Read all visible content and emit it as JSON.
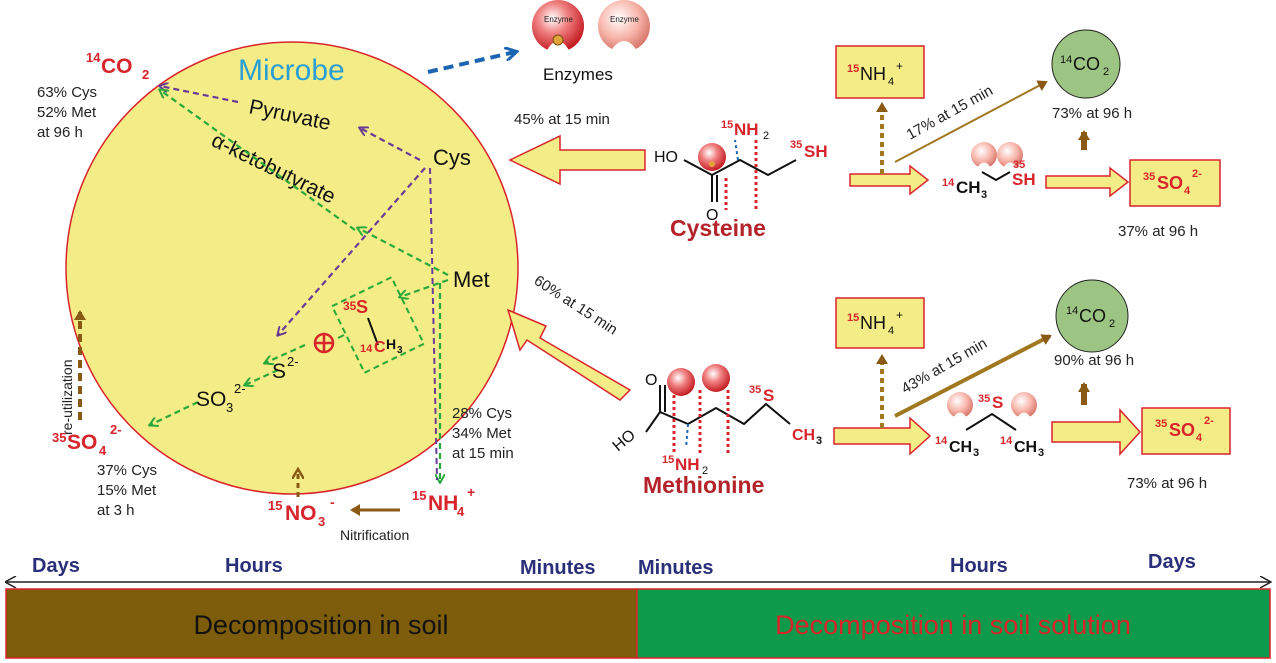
{
  "colors": {
    "microbe_fill": "#f4ec86",
    "box_fill": "#f4ec86",
    "box_stroke": "#d8242b",
    "co2_circle": "#9cc584",
    "soil_bar": "#7d5d0b",
    "solution_bar": "#0d9a4b",
    "purple_arrow": "#6a3b96",
    "green_arrow": "#2aa83a",
    "brown_arrow": "#8a5a14",
    "blue_arrow": "#1b65b3",
    "red_text": "#d8242b",
    "timeline_text": "#2a2f7a"
  },
  "microbe": {
    "title": "Microbe",
    "pyruvate": "Pyruvate",
    "ketobutyrate": "α-ketobutyrate",
    "cys": "Cys",
    "met": "Met",
    "s2": "S",
    "s2_sup": "2-",
    "so3": "SO",
    "so3_sub": "3",
    "so3_sup": "2-",
    "s35": "35",
    "s35_el": "S",
    "c14": "14",
    "c14_el": "C",
    "h3": "H",
    "h3_sub": "3"
  },
  "left": {
    "co2_sup": "14",
    "co2": "CO",
    "co2_sub": "2",
    "co2_stats": [
      "63% Cys",
      "52% Met",
      "at 96 h"
    ],
    "reutilization": "re-utilization",
    "so4_sup": "35",
    "so4": "SO",
    "so4_sub": "4",
    "so4_charge": "2-",
    "so4_stats": [
      "37% Cys",
      "15% Met",
      "at 3 h"
    ],
    "no3_sup": "15",
    "no3": "NO",
    "no3_sub": "3",
    "no3_charge": "-",
    "nitrification": "Nitrification",
    "nh4_sup": "15",
    "nh4": "NH",
    "nh4_sub": "4",
    "nh4_charge": "+",
    "nh4_stats": [
      "28% Cys",
      "34% Met",
      "at 15 min"
    ]
  },
  "enzymes": {
    "label": "Enzymes",
    "enzyme_text": "Enzyme"
  },
  "cysteine": {
    "name": "Cysteine",
    "uptake": "45% at 15 min",
    "ho": "HO",
    "o": "O",
    "n_sup": "15",
    "n": "NH",
    "n_sub": "2",
    "sh_sup": "35",
    "sh": "SH",
    "nh4_sup": "15",
    "nh4": "NH",
    "nh4_sub": "4",
    "nh4_charge": "+",
    "co2_sup": "14",
    "co2": "CO",
    "co2_sub": "2",
    "co2_rate": "17% at 15 min",
    "co2_final": "73% at 96 h",
    "ch3_sup": "14",
    "ch3": "CH",
    "ch3_sub": "3",
    "frag_sh_sup": "35",
    "frag_sh": "SH",
    "so4_sup": "35",
    "so4": "SO",
    "so4_sub": "4",
    "so4_charge": "2-",
    "so4_final": "37% at 96 h"
  },
  "methionine": {
    "name": "Methionine",
    "uptake": "60% at 15 min",
    "ho": "HO",
    "o": "O",
    "n_sup": "15",
    "n": "NH",
    "n_sub": "2",
    "s_sup": "35",
    "s": "S",
    "ch3": "CH",
    "ch3_sub": "3",
    "nh4_sup": "15",
    "nh4": "NH",
    "nh4_sub": "4",
    "nh4_charge": "+",
    "co2_sup": "14",
    "co2": "CO",
    "co2_sub": "2",
    "co2_rate": "43% at 15 min",
    "co2_final": "90% at 96 h",
    "frag_s_sup": "35",
    "frag_s": "S",
    "frag_c1_sup": "14",
    "frag_c1": "CH",
    "frag_c1_sub": "3",
    "frag_c2_sup": "14",
    "frag_c2": "CH",
    "frag_c2_sub": "3",
    "so4_sup": "35",
    "so4": "SO",
    "so4_sub": "4",
    "so4_charge": "2-",
    "so4_final": "73% at 96 h"
  },
  "timeline": {
    "left_days": "Days",
    "left_hours": "Hours",
    "left_minutes": "Minutes",
    "right_minutes": "Minutes",
    "right_hours": "Hours",
    "right_days": "Days",
    "soil_label": "Decomposition in soil",
    "solution_label": "Decomposition in soil solution"
  }
}
